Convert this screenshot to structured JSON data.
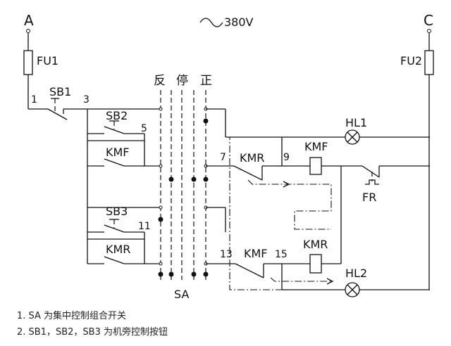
{
  "diagram": {
    "terminals": {
      "a": "A",
      "c": "C"
    },
    "supply": "380V",
    "fuses": {
      "fu1": "FU1",
      "fu2": "FU2"
    },
    "buttons": {
      "sb1": "SB1",
      "sb2": "SB2",
      "sb3": "SB3"
    },
    "contacts": {
      "kmf": "KMF",
      "kmr": "KMR"
    },
    "coils": {
      "kmf": "KMF",
      "kmr": "KMR"
    },
    "lamps": {
      "hl1": "HL1",
      "hl2": "HL2"
    },
    "relay": "FR",
    "switch": "SA",
    "positions": {
      "reverse": "反",
      "stop": "停",
      "forward": "正"
    },
    "nodes": {
      "n1": "1",
      "n3": "3",
      "n5": "5",
      "n7": "7",
      "n9": "9",
      "n11": "11",
      "n13": "13",
      "n15": "15"
    }
  },
  "notes": [
    "1. SA 为集中控制组合开关",
    "2. SB1，SB2，SB3 为机旁控制按钮"
  ]
}
